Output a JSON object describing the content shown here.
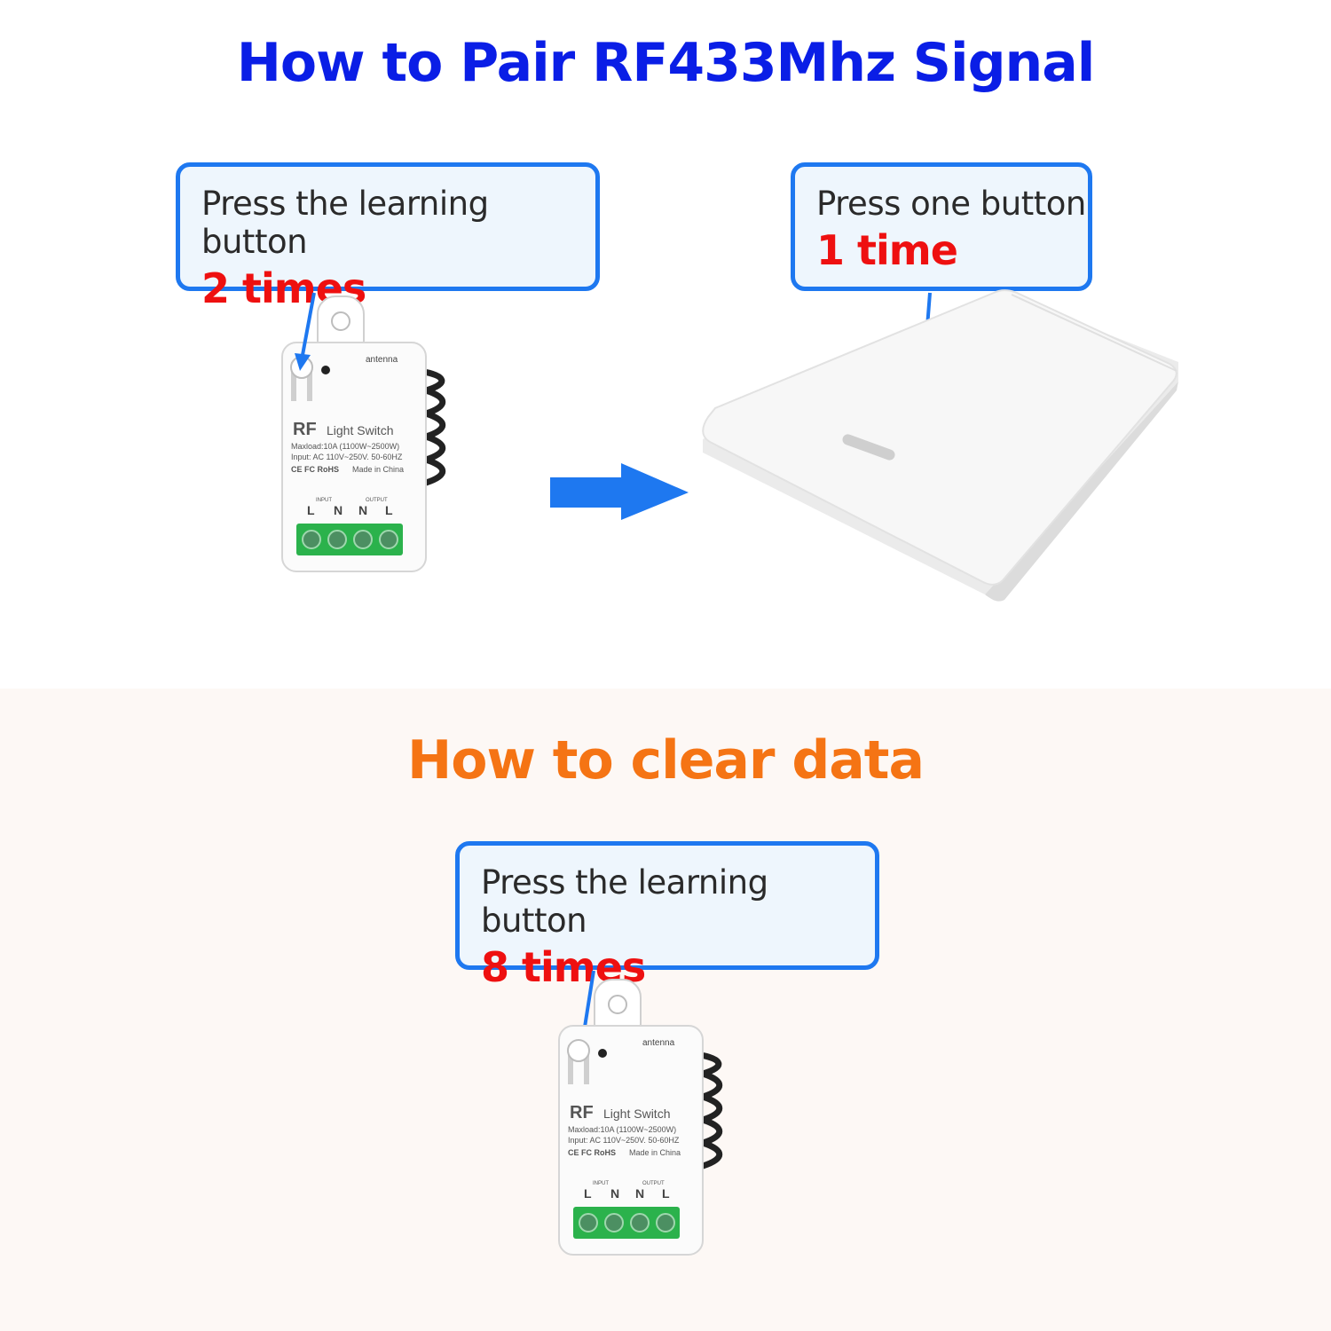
{
  "pair_section": {
    "title": "How to Pair RF433Mhz Signal",
    "color": "#0a1ee6",
    "step1": {
      "instruction": "Press the learning button",
      "count": "2 times"
    },
    "step2": {
      "instruction": "Press one button",
      "count": "1 time"
    }
  },
  "clear_section": {
    "title": "How to clear data",
    "color": "#f57414",
    "step1": {
      "instruction": "Press the learning button",
      "count": "8 times"
    }
  },
  "device_label": {
    "brand": "RF",
    "name": "Light Switch",
    "maxload": "Maxload:10A (1100W~2500W)",
    "input": "Input: AC 110V~250V. 50-60HZ",
    "certs": "CE FC RoHS",
    "origin": "Made in China",
    "antenna": "antenna",
    "input_label": "INPUT",
    "output_label": "OUTPUT",
    "terminals": [
      "L",
      "N",
      "N",
      "L"
    ]
  },
  "colors": {
    "callout_border": "#1e78f0",
    "count_text": "#ee1010",
    "arrow": "#1e78f0"
  }
}
